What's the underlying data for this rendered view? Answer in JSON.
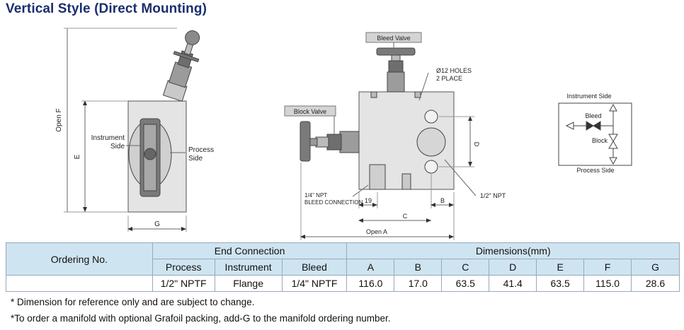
{
  "title": "Vertical Style (Direct Mounting)",
  "drawing": {
    "left": {
      "open_f": "Open F",
      "e": "E",
      "g": "G",
      "instrument_side": "Instrument\nSide",
      "process_side": "Process\nSide"
    },
    "center": {
      "bleed_valve": "Bleed Valve",
      "block_valve": "Block Valve",
      "holes": "Ø12 HOLES\n2 PLACE",
      "npt_half": "1/2\" NPT",
      "npt_quarter": "1/4\" NPT\nBLEED CONNECTION",
      "dim_19": "19",
      "dim_b": "B",
      "dim_c": "C",
      "dim_d": "D",
      "open_a": "Open A"
    },
    "schematic": {
      "instrument_side": "Instrument Side",
      "bleed": "Bleed",
      "block": "Block",
      "process_side": "Process Side"
    }
  },
  "table": {
    "ordering_no": "Ordering No.",
    "end_connection": "End Connection",
    "dimensions": "Dimensions(mm)",
    "sub_headers": [
      "Process",
      "Instrument",
      "Bleed",
      "A",
      "B",
      "C",
      "D",
      "E",
      "F",
      "G"
    ],
    "row": [
      "",
      "1/2\" NPTF",
      "Flange",
      "1/4\" NPTF",
      "116.0",
      "17.0",
      "63.5",
      "41.4",
      "63.5",
      "115.0",
      "28.6"
    ]
  },
  "notes": [
    "* Dimension for reference only and are subject to change.",
    "*To order a manifold with optional Grafoil packing, add-G to the manifold ordering number."
  ]
}
